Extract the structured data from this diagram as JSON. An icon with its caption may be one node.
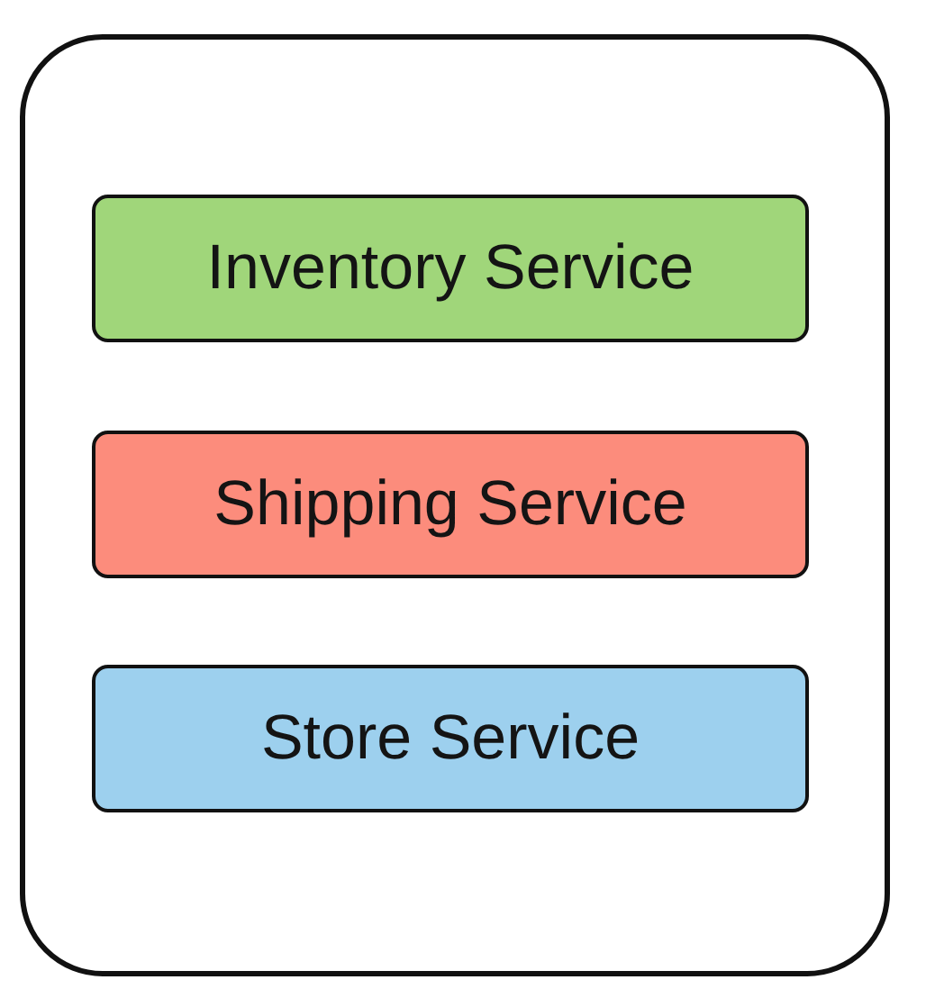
{
  "diagram": {
    "nodes": [
      {
        "text": [],
        "shape": "box"
      },
      {
        "text": [
          "Inventory Service"
        ],
        "in": 0
      },
      {
        "text": [
          "Shipping Service"
        ],
        "in": 0
      },
      {
        "text": [
          "Store Service"
        ],
        "in": 0
      }
    ]
  }
}
